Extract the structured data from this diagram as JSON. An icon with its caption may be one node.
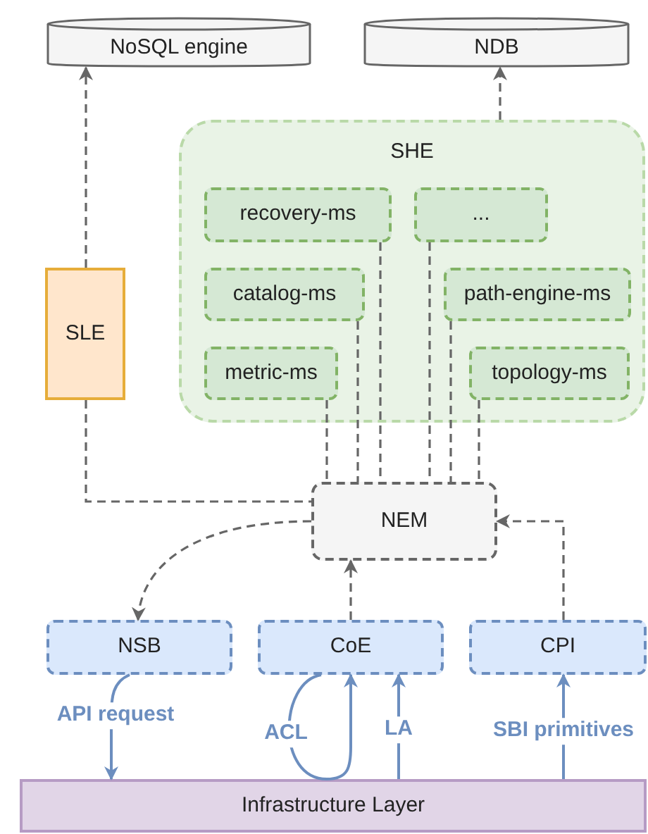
{
  "diagram": {
    "nodes": [
      {
        "text": [
          "NoSQL engine"
        ]
      },
      {
        "text": [
          "NDB"
        ]
      },
      {
        "text": [
          "SHE"
        ]
      },
      {
        "text": [
          "recovery-ms"
        ],
        "in": 2
      },
      {
        "text": [
          "..."
        ],
        "in": 2
      },
      {
        "text": [
          "catalog-ms"
        ],
        "in": 2
      },
      {
        "text": [
          "path-engine-ms"
        ],
        "in": 2
      },
      {
        "text": [
          "metric-ms"
        ],
        "in": 2
      },
      {
        "text": [
          "topology-ms"
        ],
        "in": 2
      },
      {
        "text": [
          "SLE"
        ]
      },
      {
        "text": [
          "NEM"
        ]
      },
      {
        "text": [
          "NSB"
        ]
      },
      {
        "text": [
          "CoE"
        ]
      },
      {
        "text": [
          "CPI"
        ]
      },
      {
        "text": [
          "Infrastructure Layer"
        ]
      }
    ],
    "edges": [
      {
        "from": 9,
        "to": 0,
        "arrow": "to",
        "style": "dashed"
      },
      {
        "from": 2,
        "to": 1,
        "arrow": "to",
        "style": "dashed"
      },
      {
        "from": 3,
        "to": 10,
        "arrow": "none",
        "style": "dashed"
      },
      {
        "from": 4,
        "to": 10,
        "arrow": "none",
        "style": "dashed"
      },
      {
        "from": 5,
        "to": 10,
        "arrow": "none",
        "style": "dashed"
      },
      {
        "from": 6,
        "to": 10,
        "arrow": "none",
        "style": "dashed"
      },
      {
        "from": 7,
        "to": 10,
        "arrow": "none",
        "style": "dashed"
      },
      {
        "from": 8,
        "to": 10,
        "arrow": "none",
        "style": "dashed"
      },
      {
        "from": 9,
        "to": 10,
        "arrow": "none",
        "style": "dashed"
      },
      {
        "from": 10,
        "to": 11,
        "arrow": "to",
        "style": "dashed"
      },
      {
        "from": 12,
        "to": 10,
        "arrow": "to",
        "style": "dashed"
      },
      {
        "from": 13,
        "to": 10,
        "arrow": "to",
        "style": "dashed"
      },
      {
        "from": 11,
        "to": 14,
        "arrow": "to",
        "label": "API request",
        "color": "#6c8ebf"
      },
      {
        "from": 12,
        "to": 12,
        "arrow": "to",
        "label": "ACL",
        "color": "#6c8ebf"
      },
      {
        "from": 14,
        "to": 12,
        "arrow": "to",
        "label": "LA",
        "color": "#6c8ebf"
      },
      {
        "from": 14,
        "to": 13,
        "arrow": "to",
        "label": "SBI primitives",
        "color": "#6c8ebf"
      }
    ]
  }
}
